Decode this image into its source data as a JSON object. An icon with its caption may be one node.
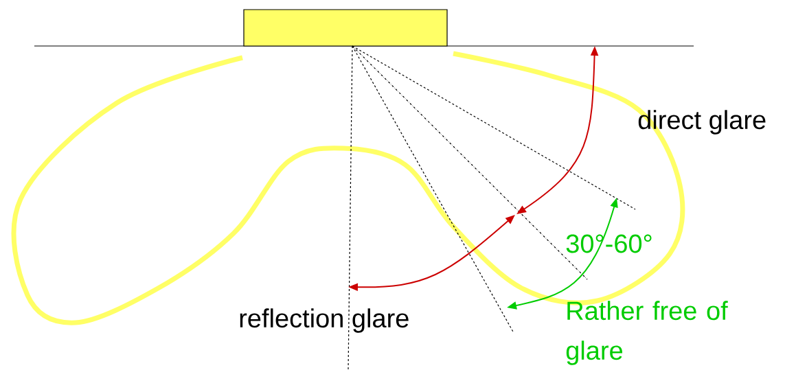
{
  "diagram": {
    "nodes": [
      {
        "text": [],
        "shape": "box"
      }
    ],
    "labels": [
      "direct glare",
      "30°-60°",
      "reflection glare",
      "Rather free of glare"
    ]
  }
}
